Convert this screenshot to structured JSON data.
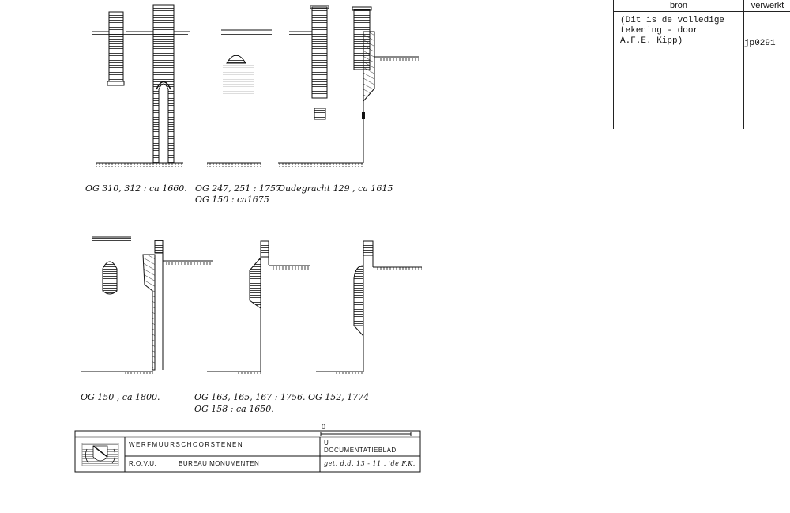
{
  "table": {
    "bron_header": "bron",
    "verwerkt_header": "verwerkt",
    "bron_lines": [
      "(Dit is de volledige",
      "tekening - door",
      "A.F.E. Kipp)"
    ],
    "verwerkt_value": "jp0291"
  },
  "captions": {
    "drawing1": "OG 310, 312 : ca 1660.",
    "drawing2_line1": "OG 247, 251 : 1757",
    "drawing2_line2": "OG 150 :  ca1675",
    "drawing3": "Oudegracht 129 , ca 1615",
    "drawing4": "OG 150 , ca 1800.",
    "drawing5_line1": "OG 163, 165, 167 : 1756.",
    "drawing5_line2": "OG 158  :  ca 1650.",
    "drawing6": "OG 152,  1774"
  },
  "title_block": {
    "title": "WERFMUURSCHOORSTENEN",
    "org": "R.O.V.U.",
    "dept": "BUREAU MONUMENTEN",
    "sheet_code": "U",
    "sheet_type": "DOCUMENTATIEBLAD",
    "drawn": "get. d.d. 13 - 11 . 'de  F.K.",
    "scale_zero": "0"
  }
}
